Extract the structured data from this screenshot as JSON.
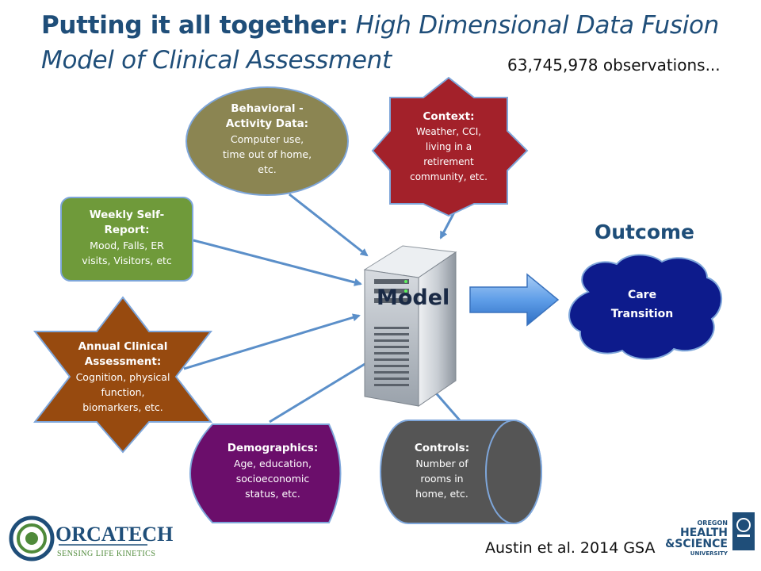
{
  "title": {
    "bold": "Putting it all together:",
    "italic_1": " High Dimensional Data Fusion",
    "italic_2": "Model of Clinical Assessment"
  },
  "observations": "63,745,978 observations...",
  "outcome_label": "Outcome",
  "model_label": "Model",
  "citation": "Austin et al. 2014 GSA",
  "nodes": {
    "behavioral": {
      "heading_1": "Behavioral -",
      "heading_2": "Activity Data:",
      "body_1": "Computer use,",
      "body_2": "time out of home,",
      "body_3": "etc.",
      "color": "#8b8552"
    },
    "context": {
      "heading": "Context:",
      "body_1": "Weather, CCI,",
      "body_2": "living in a",
      "body_3": "retirement",
      "body_4": "community, etc.",
      "color": "#a3212a"
    },
    "weekly": {
      "heading_1": "Weekly Self-",
      "heading_2": "Report:",
      "body_1": "Mood, Falls, ER",
      "body_2": "visits, Visitors, etc",
      "color": "#6f9a3a"
    },
    "annual": {
      "heading_1": "Annual Clinical",
      "heading_2": "Assessment:",
      "body_1": "Cognition, physical",
      "body_2": "function,",
      "body_3": "biomarkers, etc.",
      "color": "#974a0f"
    },
    "demographics": {
      "heading": "Demographics:",
      "body_1": "Age, education,",
      "body_2": "socioeconomic",
      "body_3": "status, etc.",
      "color": "#6b0e6b"
    },
    "controls": {
      "heading": "Controls:",
      "body_1": "Number of",
      "body_2": "rooms in",
      "body_3": "home, etc.",
      "color": "#555555"
    },
    "care": {
      "line_1": "Care",
      "line_2": "Transition",
      "color": "#0d1b8c"
    }
  },
  "logos": {
    "orcatech_name": "ORCATECH",
    "orcatech_tagline": "SENSING LIFE KINETICS",
    "ohsu_1": "OREGON",
    "ohsu_2": "HEALTH",
    "ohsu_3": "&SCIENCE",
    "ohsu_4": "UNIVERSITY"
  },
  "colors": {
    "title": "#1f4e79",
    "arrow": "#5b8fc9",
    "accent_arrow": "#4f8fdb"
  }
}
